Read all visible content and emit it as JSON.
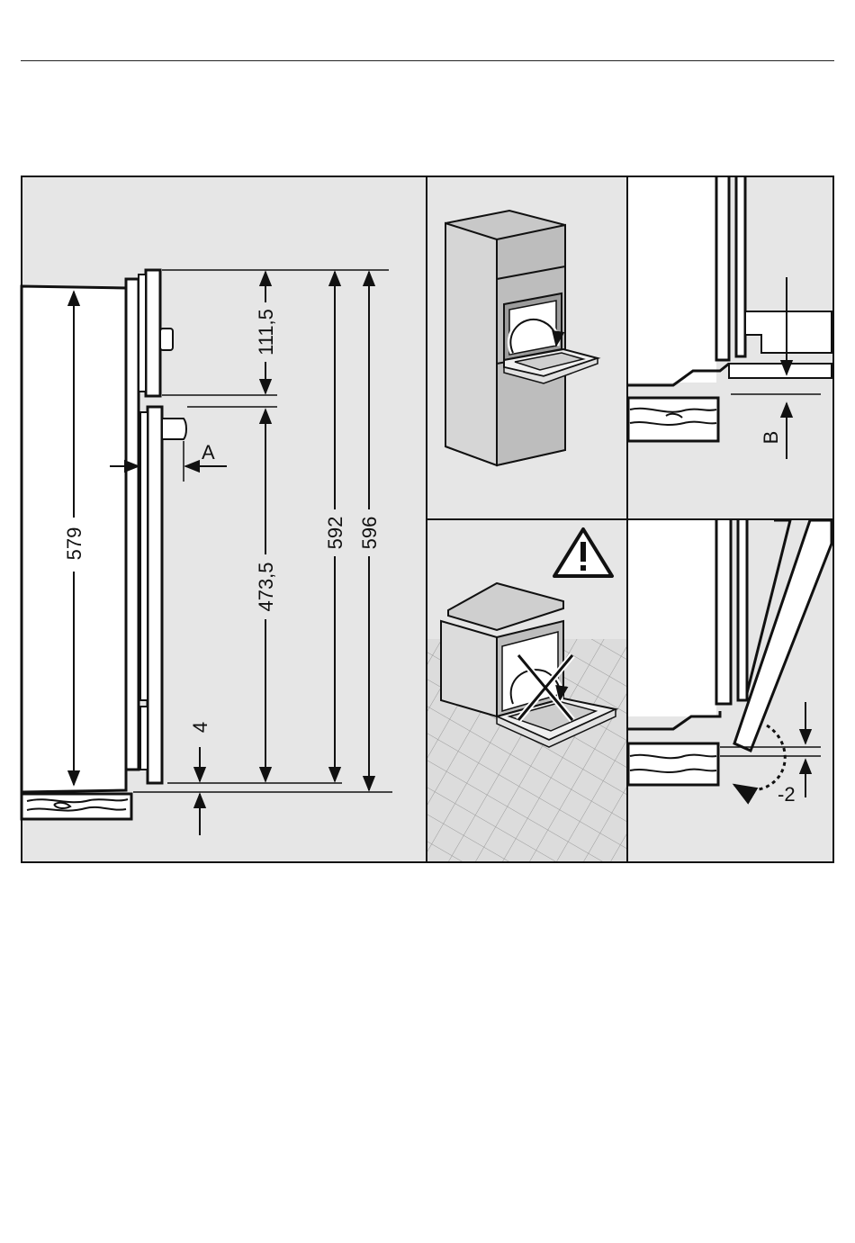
{
  "colors": {
    "panel": "#e6e6e6",
    "ink": "#111111",
    "cabinet": "#c8c8c8",
    "cabinet_dark": "#a9a9a9",
    "tile": "#d9d9d9",
    "wood": "#ffffff"
  },
  "dimensions": {
    "top_gap": "111,5",
    "lower_height": "473,5",
    "front_height": "579",
    "height_592": "592",
    "height_596": "596",
    "bottom_gap": "4",
    "callout_a": "A",
    "callout_b": "B",
    "adjust": "-2"
  },
  "icons": {
    "warning": "warning-triangle-icon",
    "prohibited": "cross-out-icon",
    "rotate": "rotate-arrow-icon"
  }
}
